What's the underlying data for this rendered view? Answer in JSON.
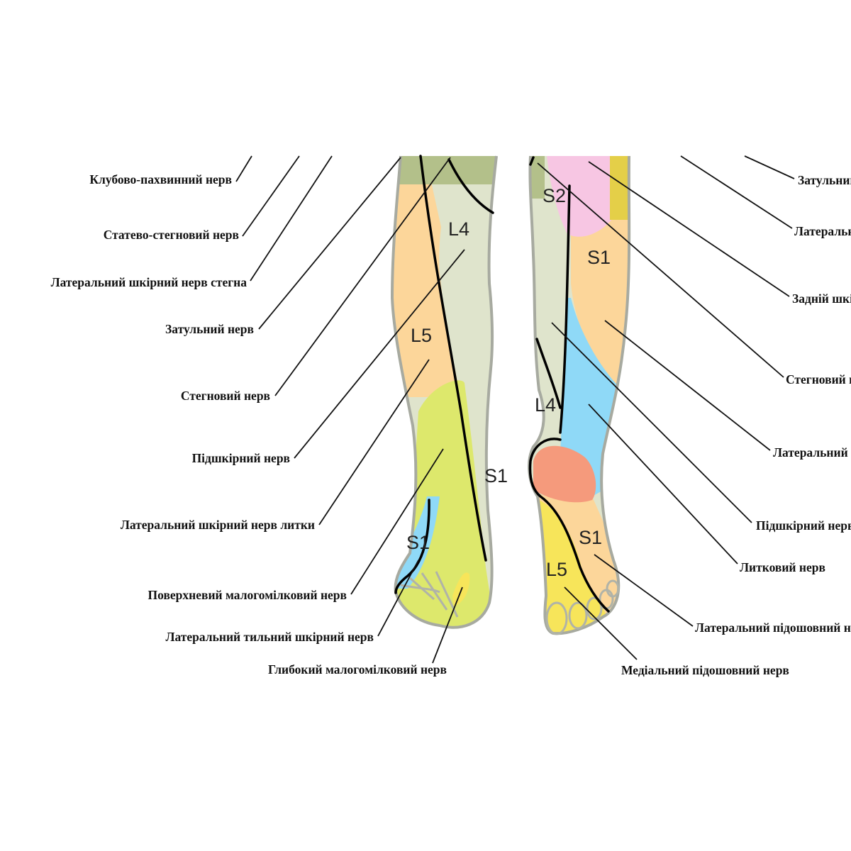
{
  "left_labels": [
    "Клубово-пахвинний нерв",
    "Статево-стегновий нерв",
    "Латеральний шкірний нерв стегна",
    "Затульний нерв",
    "Стегновий нерв",
    "Підшкірний нерв",
    "Латеральний шкірний нерв литки",
    "Поверхневий малогомілковий нерв",
    "Латеральний тильний шкірний нерв",
    "Глибокий малогомілковий нерв"
  ],
  "right_labels": [
    "Затульний нерв",
    "Латеральний шкірний нерв стегна",
    "Задній шкірний нерв стегна",
    "Стегновий нерв",
    "Латеральний шкірний нерв литки",
    "Підшкірний нерв",
    "Литковий нерв",
    "Латеральний підошовний нерв",
    "Медіальний підошовний нерв"
  ],
  "dermatomes": {
    "anterior": [
      "L4",
      "L5",
      "S1",
      "S1"
    ],
    "posterior": [
      "S2",
      "S1",
      "L4",
      "S1",
      "L5"
    ]
  },
  "colors": {
    "olive": "#b3c08a",
    "orange": "#fcd69a",
    "pale_green": "#dfe4cc",
    "lime": "#dde86c",
    "blue": "#8fd9f7",
    "pink": "#f7c6e3",
    "yellow": "#f7e55a",
    "salmon": "#f59a7c",
    "outline": "#a7aaa0"
  }
}
